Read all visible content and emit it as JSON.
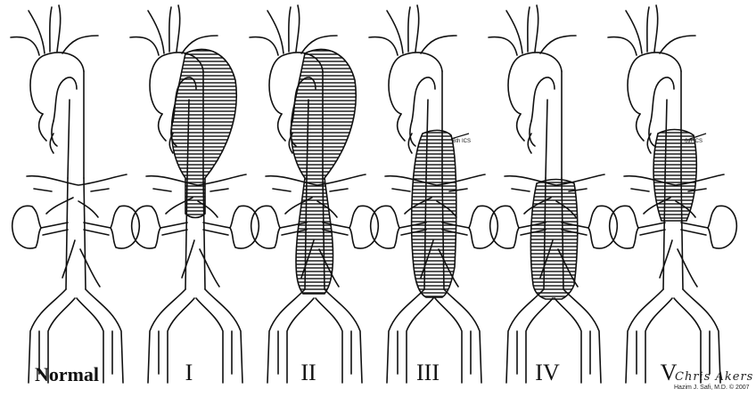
{
  "panels": [
    {
      "label": "Normal",
      "extent": "none"
    },
    {
      "label": "I",
      "extent": "I"
    },
    {
      "label": "II",
      "extent": "II"
    },
    {
      "label": "III",
      "extent": "III"
    },
    {
      "label": "IV",
      "extent": "IV"
    },
    {
      "label": "V",
      "extent": "V"
    }
  ],
  "intercostal_annotation": "6th ICS",
  "artist_signature": "Chris Akers",
  "credit_line": "Hazim J. Safi, M.D. © 2007",
  "colors": {
    "line": "#111111",
    "background": "#ffffff"
  }
}
